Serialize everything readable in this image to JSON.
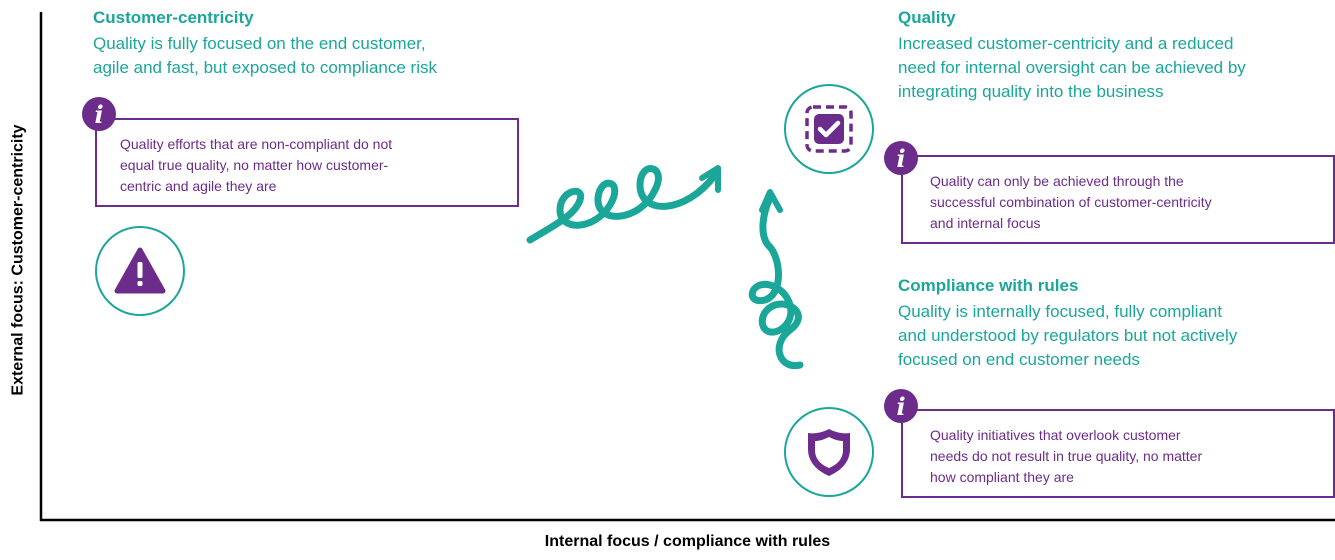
{
  "axes": {
    "y_label": "External focus: Customer-centricity",
    "x_label": "Internal focus / compliance with rules"
  },
  "colors": {
    "teal": "#1aa79a",
    "purple": "#6c2c8c"
  },
  "quadrants": {
    "customer_centricity": {
      "title": "Customer-centricity",
      "description_lines": [
        "Quality is fully focused on the end customer,",
        "agile and fast, but exposed to compliance risk"
      ],
      "info_lines": [
        "Quality efforts that are non-compliant do not",
        "equal true quality, no matter how customer-",
        "centric and agile they are"
      ],
      "icon": "warning-triangle-icon"
    },
    "quality": {
      "title": "Quality",
      "description_lines": [
        "Increased customer-centricity and a reduced",
        "need for internal oversight can be achieved by",
        "integrating quality into the business"
      ],
      "info_lines": [
        "Quality can only be achieved through the",
        "successful combination of customer-centricity",
        "and internal focus"
      ],
      "icon": "checkbox-icon"
    },
    "compliance": {
      "title": "Compliance with rules",
      "description_lines": [
        "Quality is internally focused, fully compliant",
        "and understood by regulators but not actively",
        "focused on end customer needs"
      ],
      "info_lines": [
        "Quality initiatives that overlook customer",
        "needs do not result in true quality, no matter",
        "how compliant they are"
      ],
      "icon": "shield-icon"
    }
  },
  "info_glyph": "i"
}
